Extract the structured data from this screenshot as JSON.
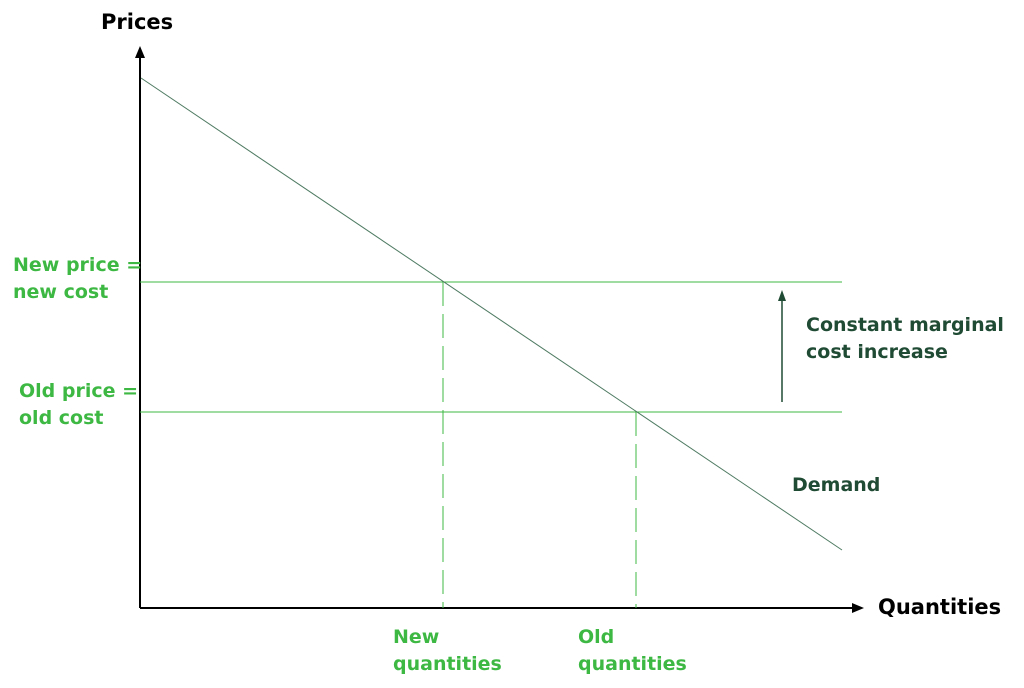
{
  "axes": {
    "y_title": "Prices",
    "x_title": "Quantities"
  },
  "price_labels": {
    "new_line1": "New price =",
    "new_line2": "new cost",
    "old_line1": "Old price =",
    "old_line2": "old cost"
  },
  "quantity_labels": {
    "new_line1": "New",
    "new_line2": "quantities",
    "old_line1": "Old",
    "old_line2": "quantities"
  },
  "annotations": {
    "increase_line1": "Constant marginal",
    "increase_line2": "cost increase",
    "demand": "Demand"
  },
  "colors": {
    "axis": "#000000",
    "demand_line": "#4e7a62",
    "cost_lines": "#3db843",
    "dark_text": "#1f4a33",
    "green_text": "#3db843"
  }
}
